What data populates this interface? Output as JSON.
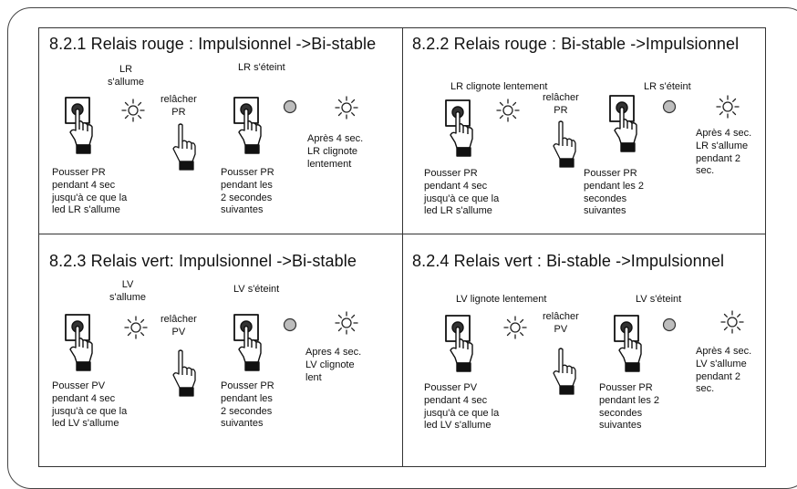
{
  "panels": [
    {
      "title": "8.2.1 Relais rouge : Impulsionnel ->Bi-stable",
      "led_label": "LR\ns'allume",
      "release_label": "relâcher\nPR",
      "off_label": "LR s'éteint",
      "after_label": "Après 4 sec.\nLR clignote\nlentement",
      "push1_label": "Pousser PR\npendant 4 sec\njusqu'à ce que la\nled LR s'allume",
      "push2_label": "Pousser PR\npendant les\n2 secondes\nsuivantes"
    },
    {
      "title": "8.2.2 Relais rouge : Bi-stable ->Impulsionnel",
      "led_label": "LR clignote lentement",
      "release_label": "relâcher\nPR",
      "off_label": "LR s'éteint",
      "after_label": "Après 4 sec.\nLR s'allume\npendant 2\nsec.",
      "push1_label": "Pousser PR\npendant 4 sec\njusqu'à ce que la\nled LR s'allume",
      "push2_label": "Pousser PR\npendant les 2\nsecondes\nsuivantes"
    },
    {
      "title": "8.2.3 Relais vert: Impulsionnel ->Bi-stable",
      "led_label": "LV\ns'allume",
      "release_label": "relâcher\nPV",
      "off_label": "LV s'éteint",
      "after_label": "Apres 4 sec.\nLV clignote\nlent",
      "push1_label": "Pousser PV\npendant 4 sec\njusqu'à ce que la\nled LV s'allume",
      "push2_label": "Pousser PR\npendant les\n2 secondes\nsuivantes"
    },
    {
      "title": "8.2.4 Relais vert : Bi-stable ->Impulsionnel",
      "led_label": "LV lignote lentement",
      "release_label": "relâcher\nPV",
      "off_label": "LV s'éteint",
      "after_label": "Après 4 sec.\nLV s'allume\npendant 2\nsec.",
      "push1_label": "Pousser PV\npendant 4 sec\njusqu'à ce que la\nled LV s'allume",
      "push2_label": "Pousser PR\npendant les 2\nsecondes\nsuivantes"
    }
  ],
  "icons": {
    "press": "hand-press-button-icon",
    "release": "hand-release-icon",
    "led_on": "led-on-icon",
    "led_off": "led-off-icon"
  },
  "colors": {
    "line": "#333333",
    "led_off": "#bdbdbd",
    "button_dot": "#333333"
  }
}
